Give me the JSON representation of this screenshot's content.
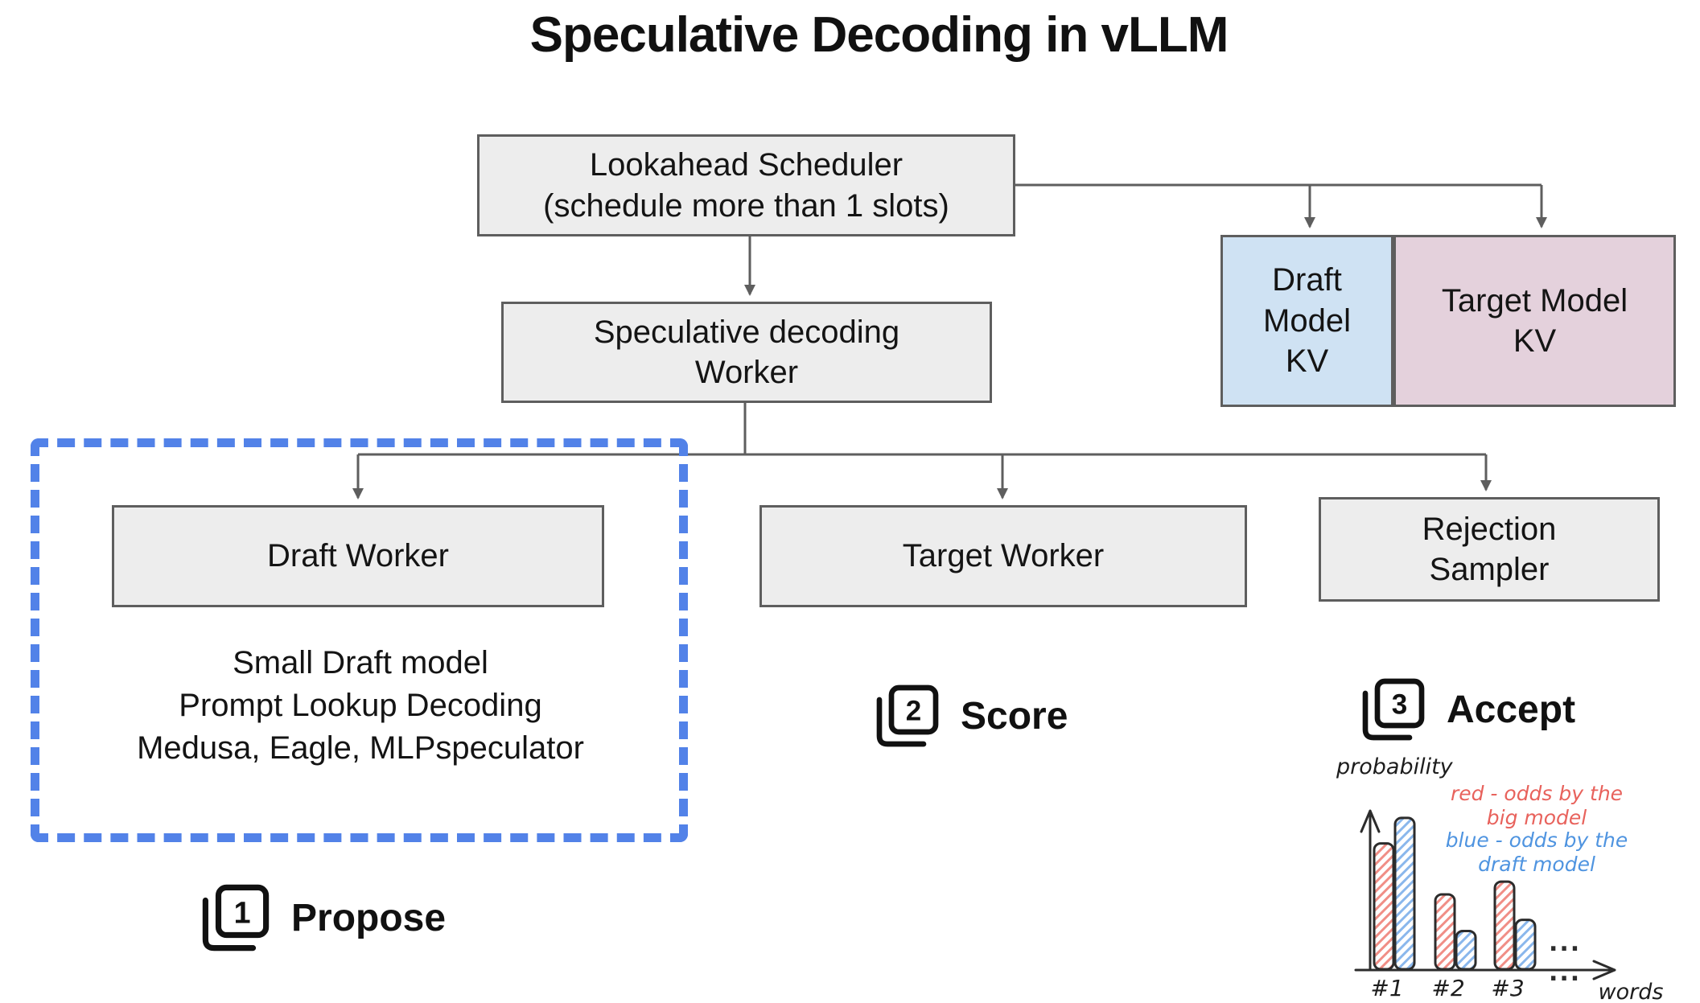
{
  "title": "Speculative Decoding in vLLM",
  "nodes": {
    "scheduler": {
      "line1": "Lookahead Scheduler",
      "line2": "(schedule more than 1 slots)"
    },
    "spec_worker": {
      "line1": "Speculative decoding",
      "line2": "Worker"
    },
    "draft_kv": "Draft Model KV",
    "target_kv": "Target Model KV",
    "draft_worker": "Draft Worker",
    "target_worker": "Target Worker",
    "rejection": {
      "line1": "Rejection",
      "line2": "Sampler"
    }
  },
  "draft_methods": [
    "Small Draft model",
    "Prompt Lookup Decoding",
    "Medusa, Eagle, MLPspeculator"
  ],
  "steps": [
    {
      "number": "1",
      "label": "Propose"
    },
    {
      "number": "2",
      "label": "Score"
    },
    {
      "number": "3",
      "label": "Accept"
    }
  ],
  "colors": {
    "box_fill": "#ededed",
    "box_border": "#5e5e5e",
    "connector": "#5e5e5e",
    "draft_kv_fill": "#cfe2f3",
    "target_kv_fill": "#e4d1dc",
    "dashed_region": "#5282e8",
    "chart_red": "#e8625c",
    "chart_blue": "#4f94e0"
  },
  "chart_data": {
    "type": "bar",
    "categories": [
      "#1",
      "#2",
      "#3"
    ],
    "series": [
      {
        "name": "red - odds by the big model",
        "color": "#e8625c",
        "values": [
          0.79,
          0.47,
          0.55
        ]
      },
      {
        "name": "blue - odds by the draft model",
        "color": "#4f94e0",
        "values": [
          0.95,
          0.24,
          0.31
        ]
      }
    ],
    "title": "",
    "xlabel": "words",
    "ylabel": "probability",
    "ylim": [
      0,
      1
    ],
    "legend_position": "top-right",
    "grid": false,
    "legend_red": [
      "red - odds by the",
      "big model"
    ],
    "legend_blue": [
      "blue - odds by the",
      "draft model"
    ],
    "ellipsis": "..."
  }
}
